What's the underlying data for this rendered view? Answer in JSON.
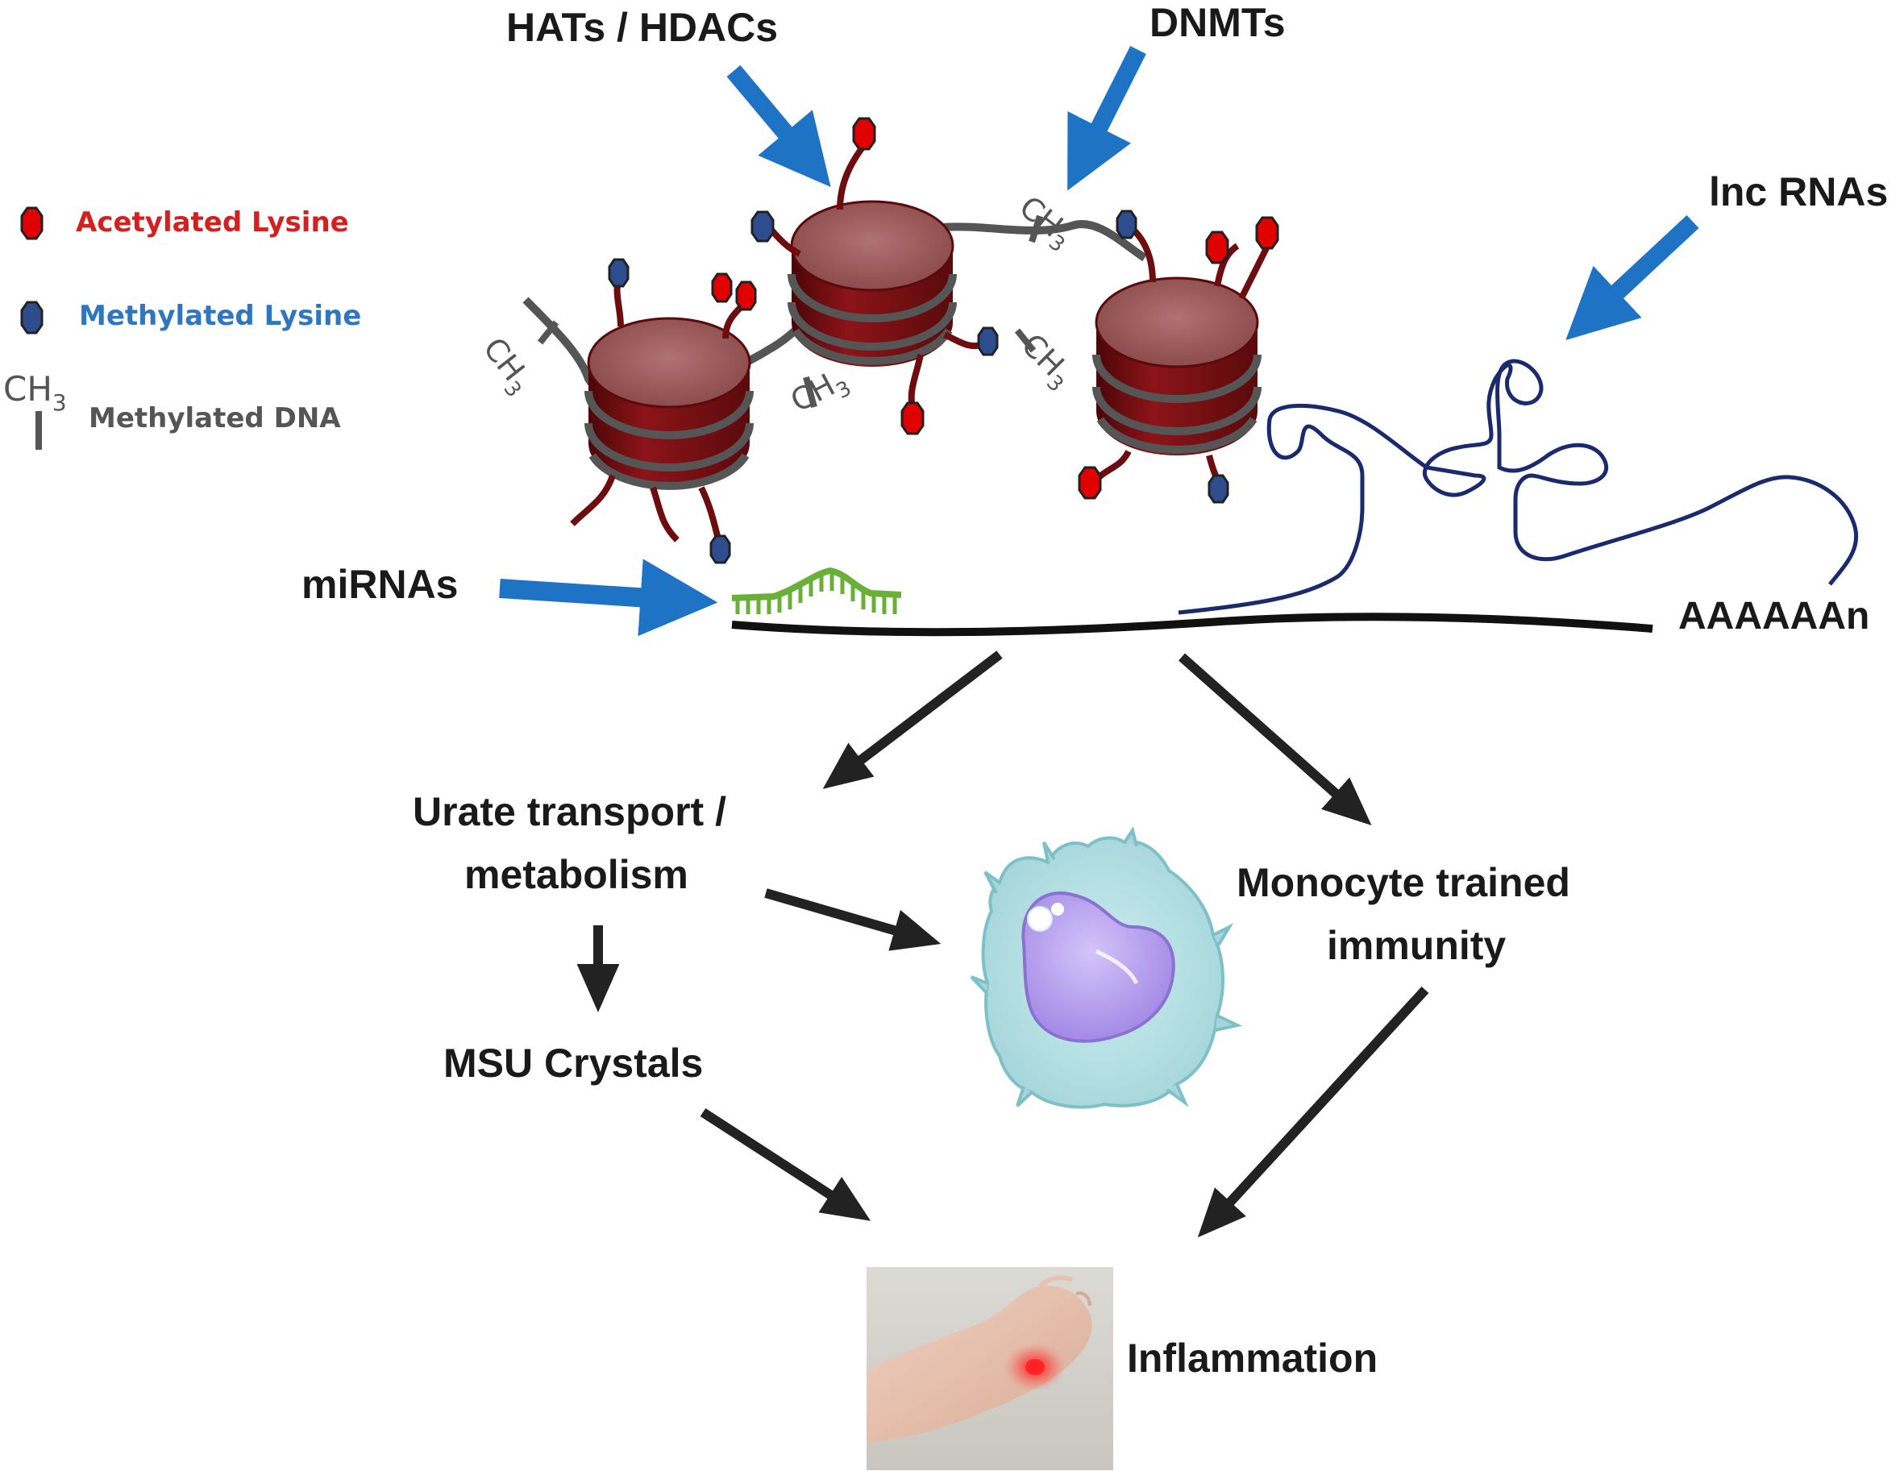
{
  "colors": {
    "blue_arrow": "#1f73c4",
    "black_arrow": "#222222",
    "nucleosome_dark": "#6e0d10",
    "nucleosome_top": "#a05a5a",
    "dna_strand": "#555555",
    "acetyl": "#e00000",
    "methyl": "#2e4d8f",
    "lncrna": "#1a2a6c",
    "mirna": "#6ab038",
    "cell_body": "#b8e0e4",
    "cell_nucleus": "#b8a4f0"
  },
  "legend": {
    "acetylated": "Acetylated Lysine",
    "methylated": "Methylated Lysine",
    "methyl_dna": "Methylated DNA",
    "ch3_base": "CH",
    "ch3_sub": "3"
  },
  "labels": {
    "hats": "HATs / HDACs",
    "dnmts": "DNMTs",
    "lncrnas": "lnc RNAs",
    "mirnas": "miRNAs",
    "polya": "AAAAAAn",
    "urate_line1": "Urate transport /",
    "urate_line2": "metabolism",
    "msu": "MSU Crystals",
    "monocyte_line1": "Monocyte trained",
    "monocyte_line2": "immunity",
    "inflammation": "Inflammation"
  },
  "icons": {
    "acetyl": "acetyl-lysine-icon",
    "methyl": "methyl-lysine-icon",
    "nucleosome": "nucleosome-icon",
    "monocyte": "monocyte-cell-icon",
    "foot": "inflamed-foot-photo"
  }
}
